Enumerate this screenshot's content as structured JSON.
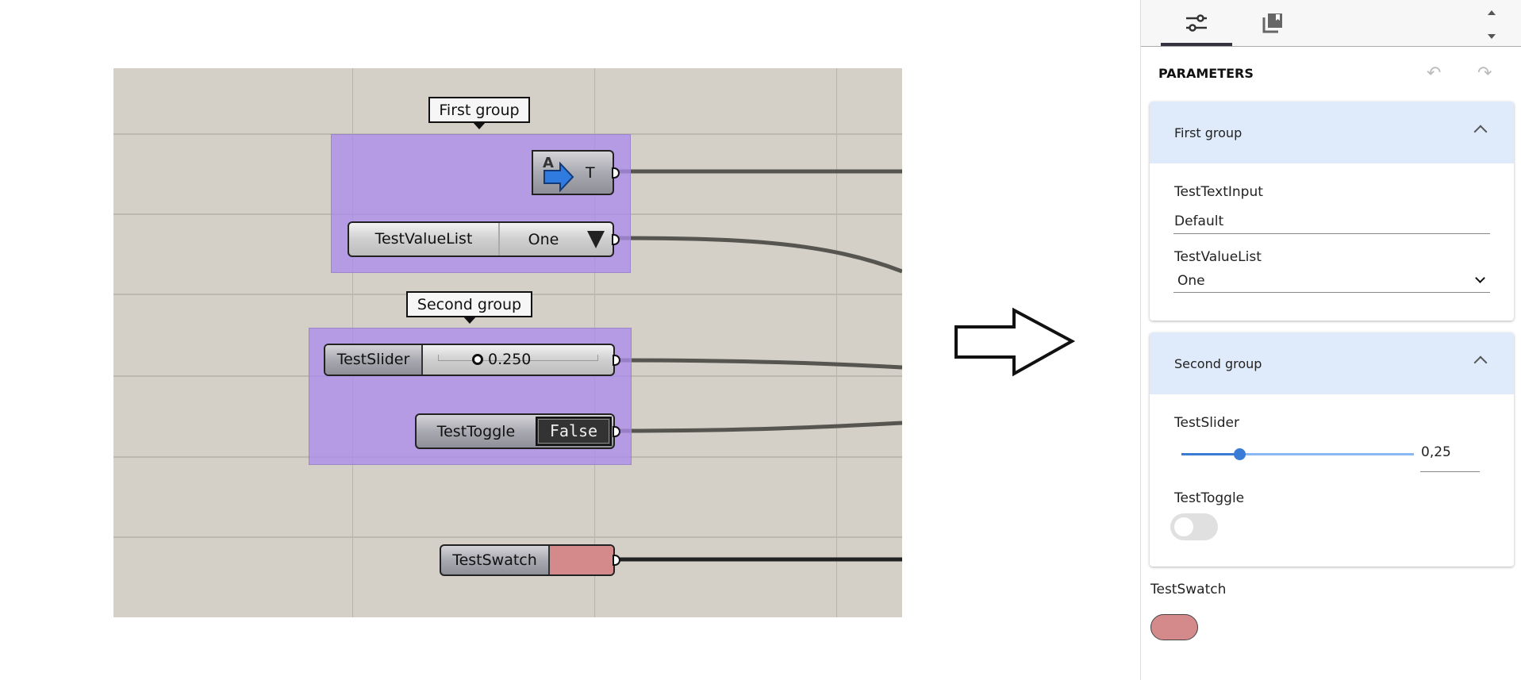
{
  "canvas": {
    "groups": [
      {
        "label": "First group"
      },
      {
        "label": "Second group"
      }
    ],
    "text_param": {
      "label": "T"
    },
    "value_list": {
      "name": "TestValueList",
      "value": "One"
    },
    "slider": {
      "name": "TestSlider",
      "value": "0.250",
      "fraction": 0.25
    },
    "toggle": {
      "name": "TestToggle",
      "value": "False"
    },
    "swatch": {
      "name": "TestSwatch",
      "color": "#d48a8a"
    }
  },
  "panel": {
    "tabs": [
      {
        "icon": "sliders-icon"
      },
      {
        "icon": "library-books-icon"
      }
    ],
    "title": "PARAMETERS",
    "groups": [
      {
        "title": "First group",
        "params": [
          {
            "label": "TestTextInput",
            "value": "Default"
          },
          {
            "label": "TestValueList",
            "value": "One"
          }
        ]
      },
      {
        "title": "Second group",
        "params": [
          {
            "label": "TestSlider",
            "value": "0,25",
            "fraction": 0.25
          },
          {
            "label": "TestToggle",
            "checked": false
          }
        ]
      }
    ],
    "swatch": {
      "label": "TestSwatch",
      "color": "#d48a8a"
    }
  },
  "colors": {
    "accent": "#3a7bd5",
    "group": "#b9a3e8",
    "canvas": "#d4d0c8"
  }
}
